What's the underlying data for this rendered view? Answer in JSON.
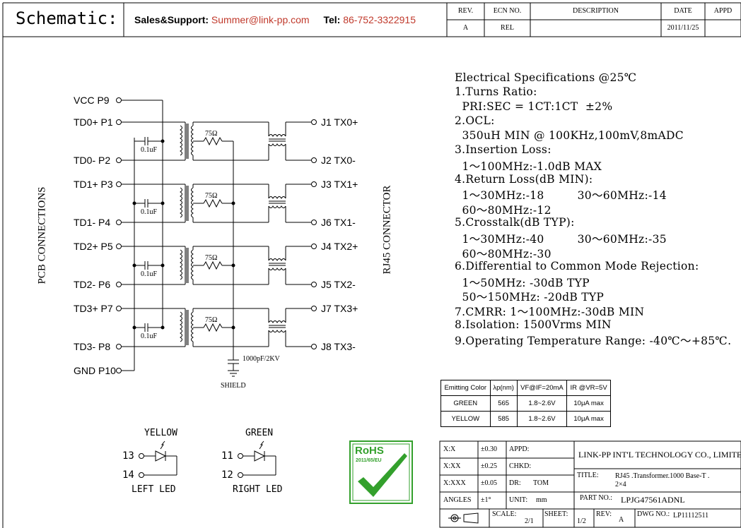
{
  "header": {
    "title": "Schematic:",
    "support_label": "Sales&Support:",
    "support_email": "Summer@link-pp.com",
    "tel_label": "Tel:",
    "tel_number": "86-752-3322915"
  },
  "revision_table": {
    "headers": [
      "REV.",
      "ECN NO.",
      "DESCRIPTION",
      "DATE",
      "APPD"
    ],
    "row": [
      "A",
      "REL",
      "",
      "2011/11/25",
      ""
    ]
  },
  "schematic": {
    "left_pins": [
      "VCC P9",
      "TD0+ P1",
      "TD0- P2",
      "TD1+ P3",
      "TD1- P4",
      "TD2+ P5",
      "TD2- P6",
      "TD3+ P7",
      "TD3- P8",
      "GND P10"
    ],
    "right_pins": [
      "J1 TX0+",
      "J2 TX0-",
      "J3 TX1+",
      "J6 TX1-",
      "J4 TX2+",
      "J5 TX2-",
      "J7 TX3+",
      "J8 TX3-"
    ],
    "left_side_label": "PCB CONNECTIONS",
    "right_side_label": "RJ45 CONNECTOR",
    "resistor_label": "75Ω",
    "cap_label": "0.1uF",
    "shield_cap_label": "1000pF/2KV",
    "shield_label": "SHIELD"
  },
  "specs": {
    "title": "Electrical Specifications @25℃",
    "lines": [
      "1.Turns Ratio:",
      "  PRI:SEC = 1CT:1CT  ±2%",
      "2.OCL:",
      "  350uH MIN @ 100KHz,100mV,8mADC",
      "3.Insertion Loss:",
      "  1～100MHz:-1.0dB MAX",
      "4.Return Loss(dB MIN):",
      "  1～30MHz:-18         30～60MHz:-14",
      "  60～80MHz:-12",
      "5.Crosstalk(dB TYP):",
      "  1～30MHz:-40         30～60MHz:-35",
      "  60～80MHz:-30",
      "6.Differential to Common Mode Rejection:",
      "  1～50MHz: -30dB TYP",
      "  50～150MHz: -20dB TYP",
      "7.CMRR: 1～100MHz:-30dB MIN",
      "8.Isolation: 1500Vrms MIN",
      "9.Operating Temperature Range: -40℃～+85℃."
    ]
  },
  "led_table": {
    "headers": [
      "Emitting Color",
      "λp(nm)",
      "VF@IF=20mA",
      "IR @VR=5V"
    ],
    "rows": [
      [
        "GREEN",
        "565",
        "1.8~2.6V",
        "10μA max"
      ],
      [
        "YELLOW",
        "585",
        "1.8~2.6V",
        "10μA max"
      ]
    ]
  },
  "leds": {
    "left": {
      "color": "YELLOW",
      "pin_a": "13",
      "pin_b": "14",
      "label": "LEFT LED"
    },
    "right": {
      "color": "GREEN",
      "pin_a": "11",
      "pin_b": "12",
      "label": "RIGHT LED"
    }
  },
  "rohs": {
    "title": "RoHS",
    "subtitle": "2011/65/EU",
    "accent": "#33a02c"
  },
  "title_block": {
    "tol_rows": [
      {
        "label": "X:X",
        "value": "±0.30",
        "field": "APPD:",
        "field_value": ""
      },
      {
        "label": "X:XX",
        "value": "±0.25",
        "field": "CHKD:",
        "field_value": ""
      },
      {
        "label": "X:XXX",
        "value": "±0.05",
        "field": "DR:",
        "field_value": "TOM"
      },
      {
        "label": "ANGLES",
        "value": "±1°",
        "field": "UNIT:",
        "field_value": "mm"
      }
    ],
    "company": "LINK-PP INT'L TECHNOLOGY CO., LIMITED",
    "title_label": "TITLE:",
    "title_value_1": "RJ45 .Transformer.1000 Base-T .",
    "title_value_2": "2×4",
    "part_label": "PART NO.:",
    "part_value": "LPJG47561ADNL",
    "scale_label": "SCALE:",
    "scale_value": "2/1",
    "sheet_label": "SHEET:",
    "sheet_value": "1/2",
    "rev_label": "REV:",
    "rev_value": "A",
    "dwg_label": "DWG NO.:",
    "dwg_value": "LP11112511"
  }
}
